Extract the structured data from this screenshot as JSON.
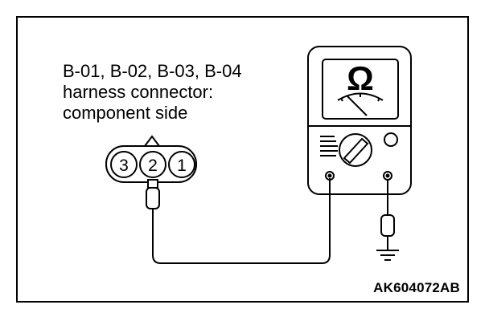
{
  "connector": {
    "title_line1": "B-01, B-02, B-03, B-04",
    "title_line2": "harness connector:",
    "title_line3": "component side",
    "pins": [
      "3",
      "2",
      "1"
    ]
  },
  "meter": {
    "symbol": "Ω",
    "icon": "ohmmeter-icon"
  },
  "figure_code": "AK604072AB"
}
